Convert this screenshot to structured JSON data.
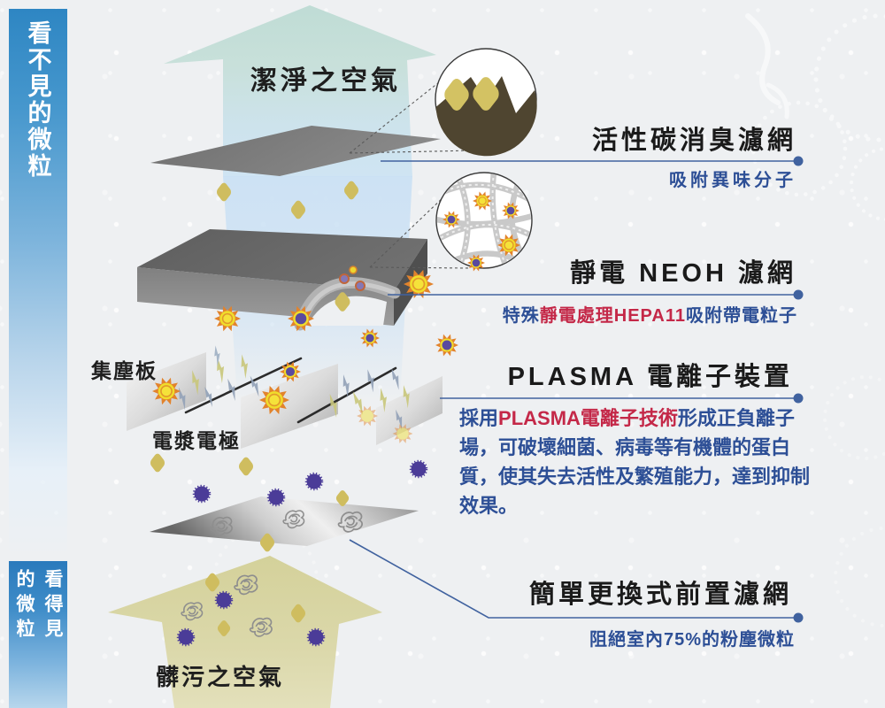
{
  "left_rail_top": {
    "text": "看不見的微粒"
  },
  "left_rail_bottom": {
    "right_column": "看得見",
    "left_column": "的微粒"
  },
  "diagram": {
    "clean_air_label": "潔淨之空氣",
    "dirty_air_label": "髒污之空氣",
    "collector_plate_label": "集塵板",
    "plasma_electrode_label": "電漿電極"
  },
  "sections": [
    {
      "title": "活性碳消臭濾網",
      "subtitle": "吸附異味分子"
    },
    {
      "title": "靜電 NEOH 濾網",
      "subtitle_blue1": "特殊",
      "subtitle_red": "靜電處理HEPA11",
      "subtitle_blue2": "吸附帶電粒子"
    },
    {
      "title": "PLASMA 電離子裝置",
      "desc_blue1": "採用",
      "desc_red": "PLASMA電離子技術",
      "desc_blue2": "形成正負離子場，可破壞細菌、病毒等有機體的蛋白質，使其失去活性及繁殖能力，達到抑制效果。"
    },
    {
      "title": "簡單更換式前置濾網",
      "subtitle": "阻絕室內75%的粉塵微粒"
    }
  ],
  "colors": {
    "text_blue": "#2d4f96",
    "text_red": "#c42848",
    "leader_line": "#40629f",
    "rail_top_blue": "#2e86c3",
    "rail_bottom_blue": "#2a7abc",
    "clean_arrow_teal": "#c6e0da",
    "dirty_arrow_olive": "#d8d5a2"
  }
}
